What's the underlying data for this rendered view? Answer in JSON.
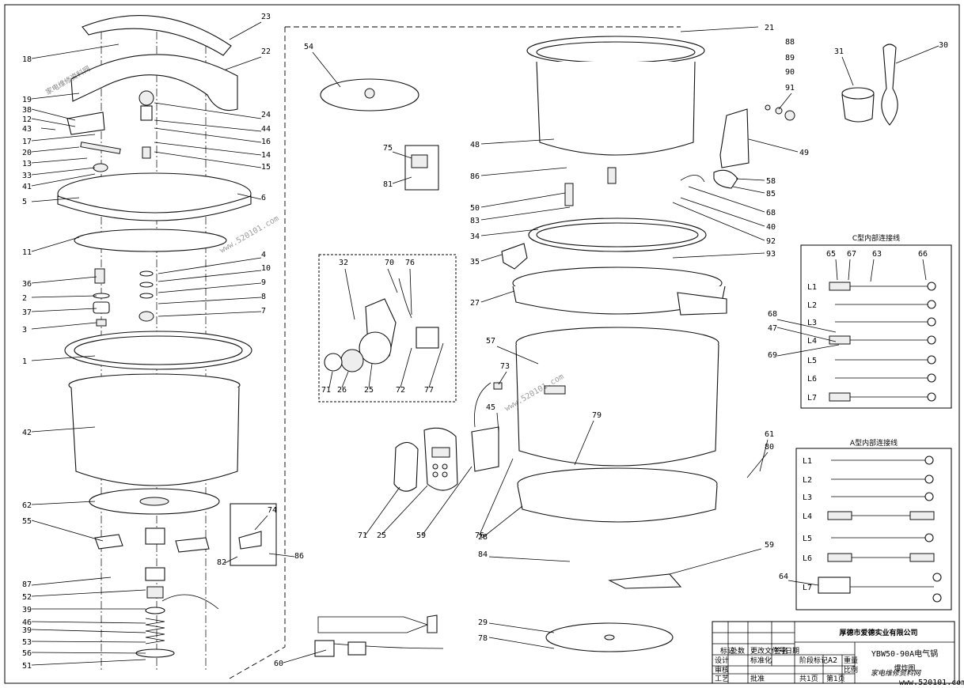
{
  "title_block": {
    "company": "厚德市爱德实业有限公司",
    "model": "YBW50-90A电气锅",
    "drawing_name": "爆炸图",
    "cells": [
      "标记",
      "处数",
      "更改文件号",
      "签名",
      "日期",
      "设计",
      "标准化",
      "审核",
      "工艺",
      "批准",
      "阶段标记",
      "重量",
      "比例",
      "共1页",
      "第1页"
    ],
    "scale": "A2"
  },
  "watermark": {
    "text": "家电维修资料网",
    "url": "www.520101.com",
    "corner_text": "家电维修资料网",
    "corner_url": "www.520101.com"
  },
  "insets": {
    "c_wiring_title": "C型内部连接线",
    "a_wiring_title": "A型内部连接线",
    "c_lines": [
      "L1",
      "L2",
      "L3",
      "L4",
      "L5",
      "L6",
      "L7"
    ],
    "a_lines": [
      "L1",
      "L2",
      "L3",
      "L4",
      "L5",
      "L6",
      "L7"
    ]
  },
  "callouts_left": [
    "23",
    "22",
    "18",
    "24",
    "19",
    "38",
    "12",
    "44",
    "43",
    "16",
    "17",
    "14",
    "20",
    "15",
    "13",
    "33",
    "41",
    "6",
    "5",
    "11",
    "4",
    "10",
    "9",
    "8",
    "36",
    "2",
    "37",
    "7",
    "3",
    "1",
    "42",
    "62",
    "55",
    "74",
    "86",
    "82",
    "87",
    "52",
    "39",
    "46",
    "39",
    "53",
    "56",
    "51"
  ],
  "callouts_center": [
    "54",
    "75",
    "81",
    "86",
    "48",
    "50",
    "83",
    "34",
    "35",
    "27",
    "32",
    "70",
    "76",
    "71",
    "26",
    "25",
    "72",
    "77",
    "57",
    "73",
    "45",
    "79",
    "71",
    "25",
    "59",
    "76",
    "28",
    "84",
    "60",
    "29",
    "78",
    "21"
  ],
  "callouts_right": [
    "88",
    "89",
    "90",
    "91",
    "49",
    "58",
    "85",
    "68",
    "40",
    "92",
    "93",
    "31",
    "30",
    "65",
    "67",
    "63",
    "66",
    "68",
    "47",
    "69",
    "61",
    "80",
    "59",
    "64"
  ]
}
